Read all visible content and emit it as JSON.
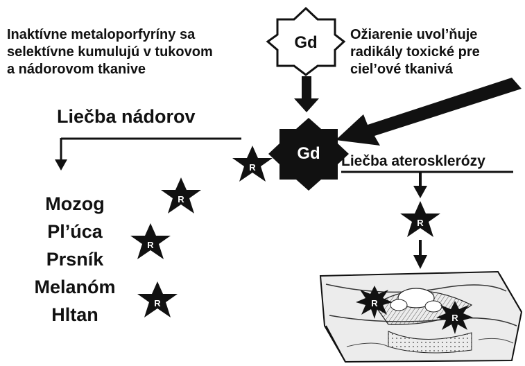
{
  "top_symbol": "Gd",
  "center_symbol": "Gd",
  "left_description": [
    "Inaktívne metaloporfyríny sa",
    "selektívne kumulujú v tukovom",
    "a nádorovom tkanive"
  ],
  "right_description": [
    "Ožiarenie uvol’ňuje",
    "radikály toxické pre",
    "ciel’ové tkanivá"
  ],
  "tumor_heading": "Liečba nádorov",
  "athero_heading": "Liečba aterosklerózy",
  "radical_label": "R",
  "organs": [
    "Mozog",
    "Pl’úca",
    "Prsník",
    "Melanóm",
    "Hltan"
  ],
  "colors": {
    "ink": "#111111",
    "background": "#ffffff",
    "tissue": "#d9d9d9"
  }
}
